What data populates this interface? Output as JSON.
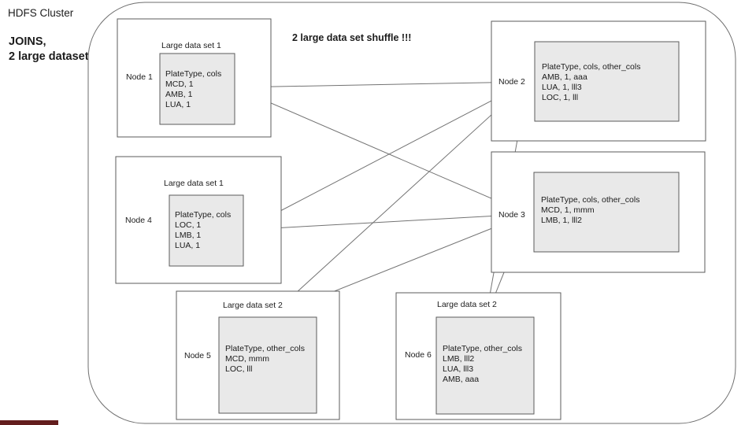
{
  "texts": {
    "cluster_label": "HDFS Cluster",
    "heading_line1": "JOINS,",
    "heading_line2": "2 large dataset",
    "annotation": "2 large data set shuffle !!!"
  },
  "colors": {
    "box_fill": "#e9e9e9",
    "box_border": "#5b5b5b",
    "edge_line": "#737373",
    "arrowhead": "#3f3f3f",
    "accent_bar": "#631d1d"
  },
  "nodes": [
    {
      "label": "Node 1",
      "dataset": "Large data set 1",
      "rows": [
        "PlateType, cols",
        "MCD, 1",
        "AMB, 1",
        "LUA, 1"
      ]
    },
    {
      "label": "Node 2",
      "dataset": "",
      "rows": [
        "PlateType, cols, other_cols",
        "AMB, 1, aaa",
        "LUA, 1, lll3",
        "LOC, 1, lll"
      ]
    },
    {
      "label": "Node 3",
      "dataset": "",
      "rows": [
        "PlateType, cols, other_cols",
        "MCD, 1, mmm",
        "LMB, 1, lll2"
      ]
    },
    {
      "label": "Node 4",
      "dataset": "Large data set 1",
      "rows": [
        "PlateType, cols",
        "LOC, 1",
        "LMB, 1",
        "LUA, 1"
      ]
    },
    {
      "label": "Node 5",
      "dataset": "Large data set 2",
      "rows": [
        "PlateType, other_cols",
        "MCD, mmm",
        "LOC, lll"
      ]
    },
    {
      "label": "Node 6",
      "dataset": "Large data set 2",
      "rows": [
        "PlateType, other_cols",
        "LMB, lll2",
        "LUA, lll3",
        "AMB, aaa"
      ]
    }
  ],
  "edges": [
    {
      "from": "Node 1",
      "to": "Node 2"
    },
    {
      "from": "Node 1",
      "to": "Node 3"
    },
    {
      "from": "Node 4",
      "to": "Node 2"
    },
    {
      "from": "Node 4",
      "to": "Node 3"
    },
    {
      "from": "Node 5",
      "to": "Node 2"
    },
    {
      "from": "Node 5",
      "to": "Node 3"
    },
    {
      "from": "Node 6",
      "to": "Node 2"
    },
    {
      "from": "Node 6",
      "to": "Node 3"
    }
  ]
}
